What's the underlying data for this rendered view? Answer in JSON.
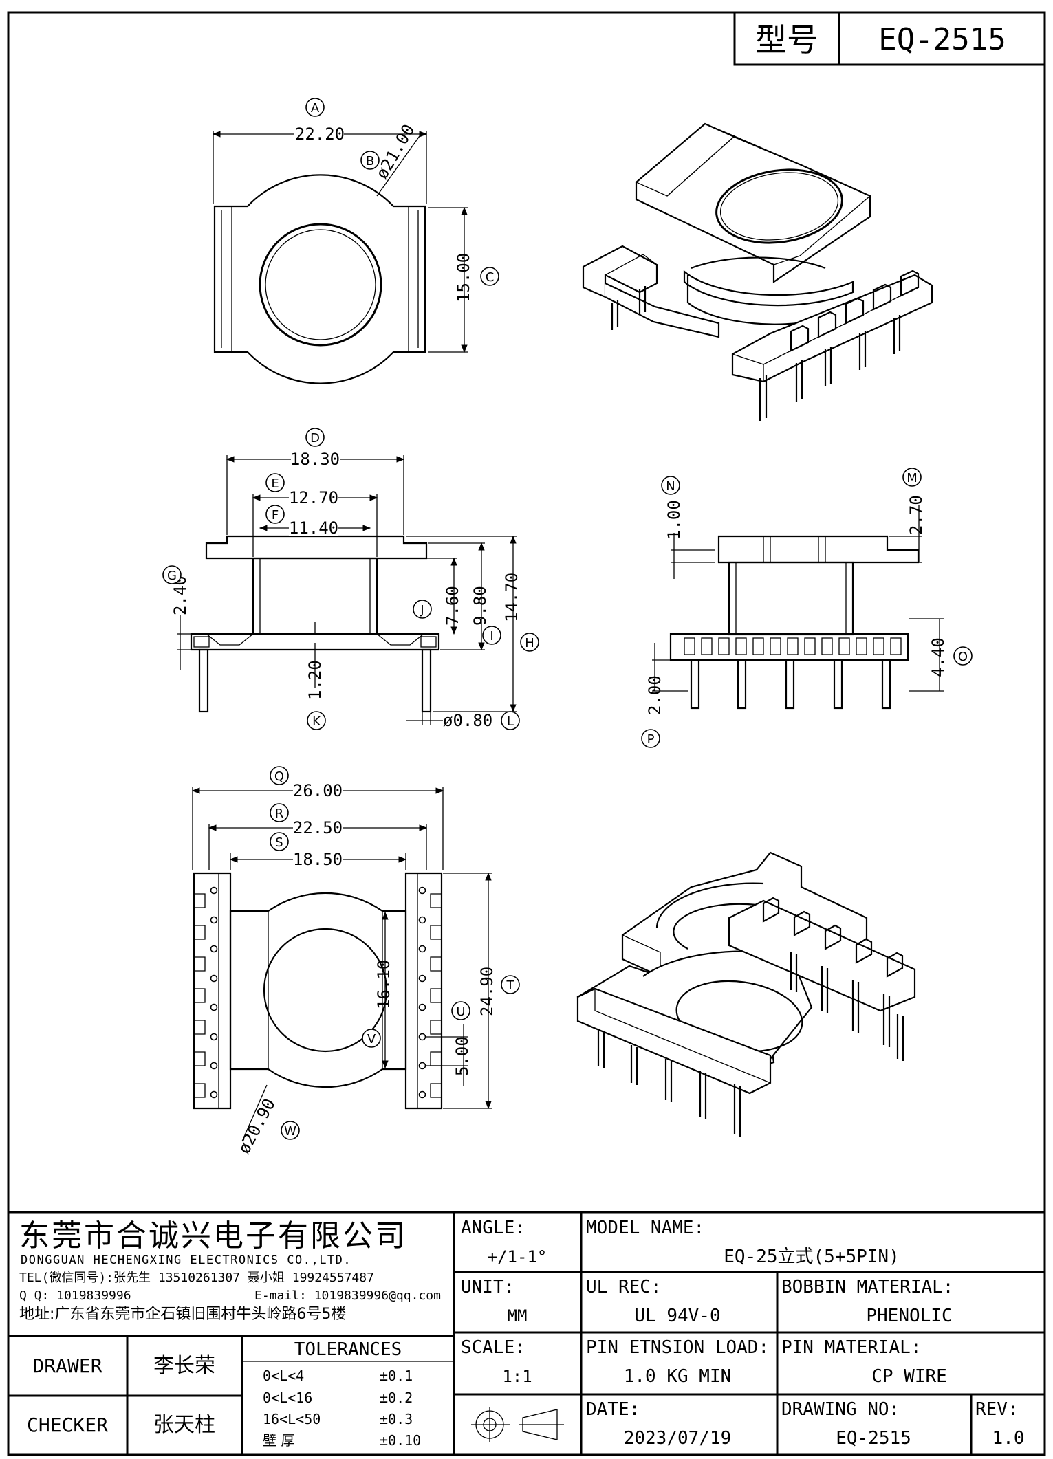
{
  "title_block": {
    "type_label": "型号",
    "type_value": "EQ-2515"
  },
  "top_view": {
    "A": {
      "tag": "A",
      "value": "22.20"
    },
    "B": {
      "tag": "B",
      "value": "ø21.00"
    },
    "C": {
      "tag": "C",
      "value": "15.00"
    }
  },
  "front_view": {
    "D": {
      "tag": "D",
      "value": "18.30"
    },
    "E": {
      "tag": "E",
      "value": "12.70"
    },
    "F": {
      "tag": "F",
      "value": "11.40"
    },
    "G": {
      "tag": "G",
      "value": "2.40"
    },
    "J": {
      "tag": "J",
      "value": "7.60"
    },
    "I": {
      "tag": "I",
      "value": "9.80"
    },
    "H": {
      "tag": "H",
      "value": "14.70"
    },
    "K": {
      "tag": "K",
      "value": "1.20"
    },
    "L": {
      "tag": "L",
      "value": "ø0.80"
    }
  },
  "side_view": {
    "N": {
      "tag": "N",
      "value": "1.00"
    },
    "M": {
      "tag": "M",
      "value": "2.70"
    },
    "O": {
      "tag": "O",
      "value": "4.40"
    },
    "P": {
      "tag": "P",
      "value": "2.00"
    }
  },
  "bottom_view": {
    "Q": {
      "tag": "Q",
      "value": "26.00"
    },
    "R": {
      "tag": "R",
      "value": "22.50"
    },
    "S": {
      "tag": "S",
      "value": "18.50"
    },
    "T": {
      "tag": "T",
      "value": "24.90"
    },
    "U": {
      "tag": "U",
      "value": ""
    },
    "V": {
      "tag": "V",
      "value": "16.10"
    },
    "U2": {
      "value": "5.00"
    },
    "W": {
      "tag": "W",
      "value": "ø20.90"
    }
  },
  "company": {
    "name_cn": "东莞市合诚兴电子有限公司",
    "name_en": "DONGGUAN HECHENGXING ELECTRONICS CO.,LTD.",
    "tel": "TEL(微信同号):张先生 13510261307 聂小姐 19924557487",
    "qq": "Q Q: 1019839996",
    "email": "E-mail: 1019839996@qq.com",
    "address": "地址:广东省东莞市企石镇旧围村牛头岭路6号5楼"
  },
  "fields": {
    "angle_label": "ANGLE:",
    "angle_value": "+/1-1°",
    "unit_label": "UNIT:",
    "unit_value": "MM",
    "scale_label": "SCALE:",
    "scale_value": "1:1",
    "model_label": "MODEL NAME:",
    "model_value": "EQ-25立式(5+5PIN)",
    "ul_label": "UL REC:",
    "ul_value": "UL 94V-0",
    "bobbin_label": "BOBBIN MATERIAL:",
    "bobbin_value": "PHENOLIC",
    "pin_ext_label": "PIN ETNSION LOAD:",
    "pin_ext_value": "1.0 KG MIN",
    "pin_mat_label": "PIN MATERIAL:",
    "pin_mat_value": "CP WIRE",
    "date_label": "DATE:",
    "date_value": "2023/07/19",
    "drawing_label": "DRAWING NO:",
    "drawing_value": "EQ-2515",
    "rev_label": "REV:",
    "rev_value": "1.0"
  },
  "signoff": {
    "drawer_label": "DRAWER",
    "drawer_name": "李长荣",
    "checker_label": "CHECKER",
    "checker_name": "张天柱"
  },
  "tolerances": {
    "title": "TOLERANCES",
    "rows": [
      {
        "range": "0<L<4",
        "tol": "±0.1"
      },
      {
        "range": "0<L<16",
        "tol": "±0.2"
      },
      {
        "range": "16<L<50",
        "tol": "±0.3"
      },
      {
        "range": "壁    厚",
        "tol": "±0.10"
      }
    ]
  }
}
